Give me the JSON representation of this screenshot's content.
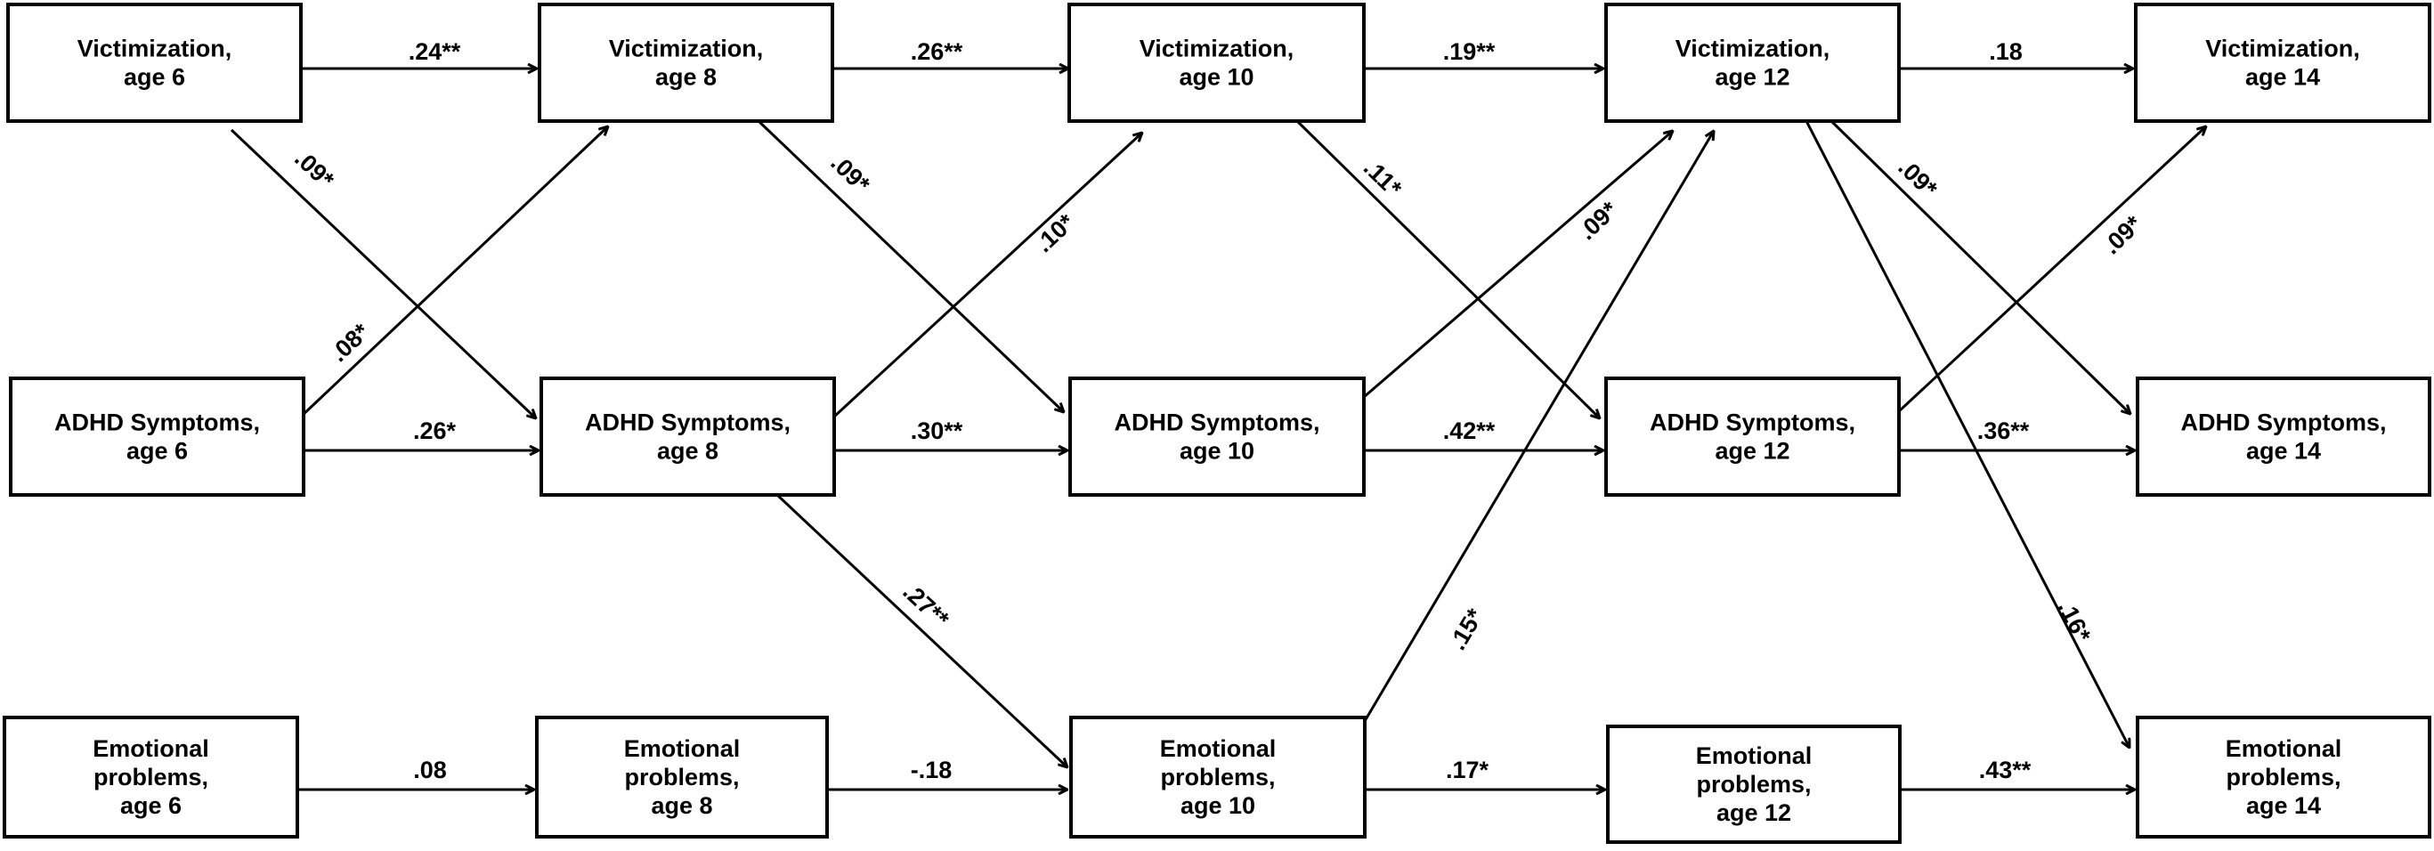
{
  "diagram": {
    "colors": {
      "stroke": "#000000",
      "background": "#ffffff",
      "text": "#000000"
    },
    "nodes": [
      {
        "id": "vict6",
        "lines": [
          "Victimization,",
          "age 6"
        ]
      },
      {
        "id": "vict8",
        "lines": [
          "Victimization,",
          "age 8"
        ]
      },
      {
        "id": "vict10",
        "lines": [
          "Victimization,",
          "age 10"
        ]
      },
      {
        "id": "vict12",
        "lines": [
          "Victimization,",
          "age 12"
        ]
      },
      {
        "id": "vict14",
        "lines": [
          "Victimization,",
          "age 14"
        ]
      },
      {
        "id": "adhd6",
        "lines": [
          "ADHD Symptoms,",
          "age 6"
        ]
      },
      {
        "id": "adhd8",
        "lines": [
          "ADHD Symptoms,",
          "age 8"
        ]
      },
      {
        "id": "adhd10",
        "lines": [
          "ADHD Symptoms,",
          "age 10"
        ]
      },
      {
        "id": "adhd12",
        "lines": [
          "ADHD Symptoms,",
          "age 12"
        ]
      },
      {
        "id": "adhd14",
        "lines": [
          "ADHD Symptoms,",
          "age 14"
        ]
      },
      {
        "id": "emo6",
        "lines": [
          "Emotional",
          "problems,",
          "age 6"
        ]
      },
      {
        "id": "emo8",
        "lines": [
          "Emotional",
          "problems,",
          "age 8"
        ]
      },
      {
        "id": "emo10",
        "lines": [
          "Emotional",
          "problems,",
          "age 10"
        ]
      },
      {
        "id": "emo12",
        "lines": [
          "Emotional",
          "problems,",
          "age 12"
        ]
      },
      {
        "id": "emo14",
        "lines": [
          "Emotional",
          "problems,",
          "age 14"
        ]
      }
    ],
    "edges": [
      {
        "from": "vict6",
        "to": "vict8",
        "label": ".24**"
      },
      {
        "from": "vict8",
        "to": "vict10",
        "label": ".26**"
      },
      {
        "from": "vict10",
        "to": "vict12",
        "label": ".19**"
      },
      {
        "from": "vict12",
        "to": "vict14",
        "label": ".18"
      },
      {
        "from": "adhd6",
        "to": "adhd8",
        "label": ".26*"
      },
      {
        "from": "adhd8",
        "to": "adhd10",
        "label": ".30**"
      },
      {
        "from": "adhd10",
        "to": "adhd12",
        "label": ".42**"
      },
      {
        "from": "adhd12",
        "to": "adhd14",
        "label": ".36**"
      },
      {
        "from": "emo6",
        "to": "emo8",
        "label": ".08"
      },
      {
        "from": "emo8",
        "to": "emo10",
        "label": "-.18"
      },
      {
        "from": "emo10",
        "to": "emo12",
        "label": ".17*"
      },
      {
        "from": "emo12",
        "to": "emo14",
        "label": ".43**"
      },
      {
        "from": "vict6",
        "to": "adhd8",
        "label": ".09*"
      },
      {
        "from": "adhd6",
        "to": "vict8",
        "label": ".08*"
      },
      {
        "from": "vict8",
        "to": "adhd10",
        "label": ".09*"
      },
      {
        "from": "adhd8",
        "to": "vict10",
        "label": ".10*"
      },
      {
        "from": "adhd8",
        "to": "emo10",
        "label": ".27**"
      },
      {
        "from": "vict10",
        "to": "adhd12",
        "label": ".11*"
      },
      {
        "from": "adhd10",
        "to": "vict12",
        "label": ".09*"
      },
      {
        "from": "emo10",
        "to": "vict12",
        "label": ".15*"
      },
      {
        "from": "vict12",
        "to": "adhd14",
        "label": ".09*"
      },
      {
        "from": "adhd12",
        "to": "vict14",
        "label": ".09*"
      },
      {
        "from": "vict12",
        "to": "emo14",
        "label": ".16*"
      }
    ]
  }
}
